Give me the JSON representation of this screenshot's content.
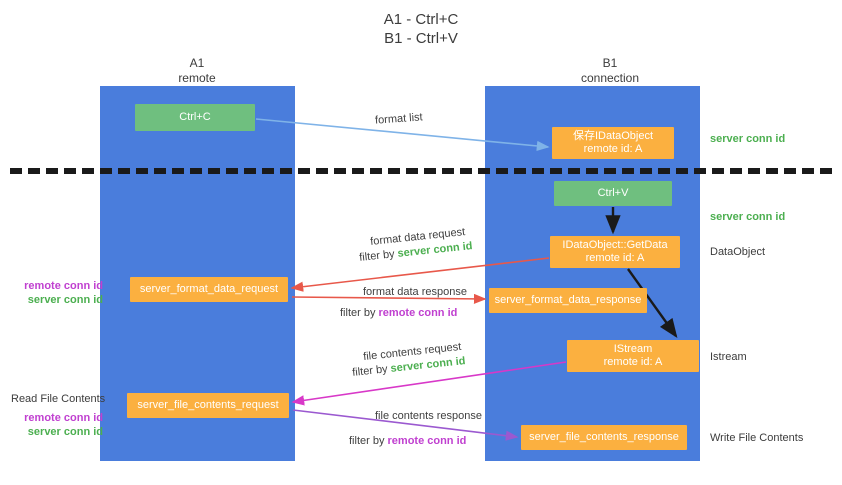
{
  "title": {
    "line1": "A1 - Ctrl+C",
    "line2": "B1 - Ctrl+V"
  },
  "lanes": [
    {
      "name": "A1",
      "sub": "remote",
      "color": "#4a7ddc"
    },
    {
      "name": "B1",
      "sub": "connection",
      "color": "#4a7ddc"
    }
  ],
  "nodes": {
    "ctrl_c": {
      "line1": "Ctrl+C",
      "color": "#6fbf7f"
    },
    "save_dataobject": {
      "line1": "保存IDataObject",
      "line2": "remote id: A",
      "color": "#fbb040"
    },
    "ctrl_v": {
      "line1": "Ctrl+V",
      "color": "#6fbf7f"
    },
    "getdata": {
      "line1": "IDataObject::GetData",
      "line2": "remote id: A",
      "color": "#fbb040"
    },
    "istream": {
      "line1": "IStream",
      "line2": "remote id: A",
      "color": "#fbb040"
    },
    "format_data_request": {
      "line1": "server_format_data_request",
      "color": "#fbb040"
    },
    "format_data_response": {
      "line1": "server_format_data_response",
      "color": "#fbb040"
    },
    "file_contents_request": {
      "line1": "server_file_contents_request",
      "color": "#fbb040"
    },
    "file_contents_response": {
      "line1": "server_file_contents_response",
      "color": "#fbb040"
    }
  },
  "edges": {
    "format_list": "format list",
    "format_data_request": "format data request",
    "format_data_request_filter_prefix": "filter by ",
    "format_data_request_filter_key": "server conn id",
    "format_data_response": "format data response",
    "format_data_response_filter_prefix": "filter by ",
    "format_data_response_filter_key": "remote conn id",
    "file_contents_request": "file contents request",
    "file_contents_request_filter_prefix": "filter by ",
    "file_contents_request_filter_key": "server conn id",
    "file_contents_response": "file contents response",
    "file_contents_response_filter_prefix": "filter by ",
    "file_contents_response_filter_key": "remote conn id"
  },
  "annotations": {
    "right_server_conn_id_1": "server conn id",
    "right_server_conn_id_2": "server conn id",
    "right_dataobject": "DataObject",
    "right_istream": "Istream",
    "right_write_file_contents": "Write File Contents",
    "left_remote_conn_id_1": "remote conn id",
    "left_server_conn_id_1": "server conn id",
    "left_read_file_contents": "Read File Contents",
    "left_remote_conn_id_2": "remote conn id",
    "left_server_conn_id_2": "server conn id"
  },
  "colors": {
    "lane": "#4a7ddc",
    "green_node": "#6fbf7f",
    "orange_node": "#fbb040",
    "green_text": "#4CAF50",
    "purple_text": "#c040d0",
    "blue_arrow": "#7fb3e8",
    "red_arrow": "#e8584a",
    "magenta_arrow": "#d838c8",
    "purple_arrow": "#9b59d0",
    "black_arrow": "#1a1a1a"
  }
}
